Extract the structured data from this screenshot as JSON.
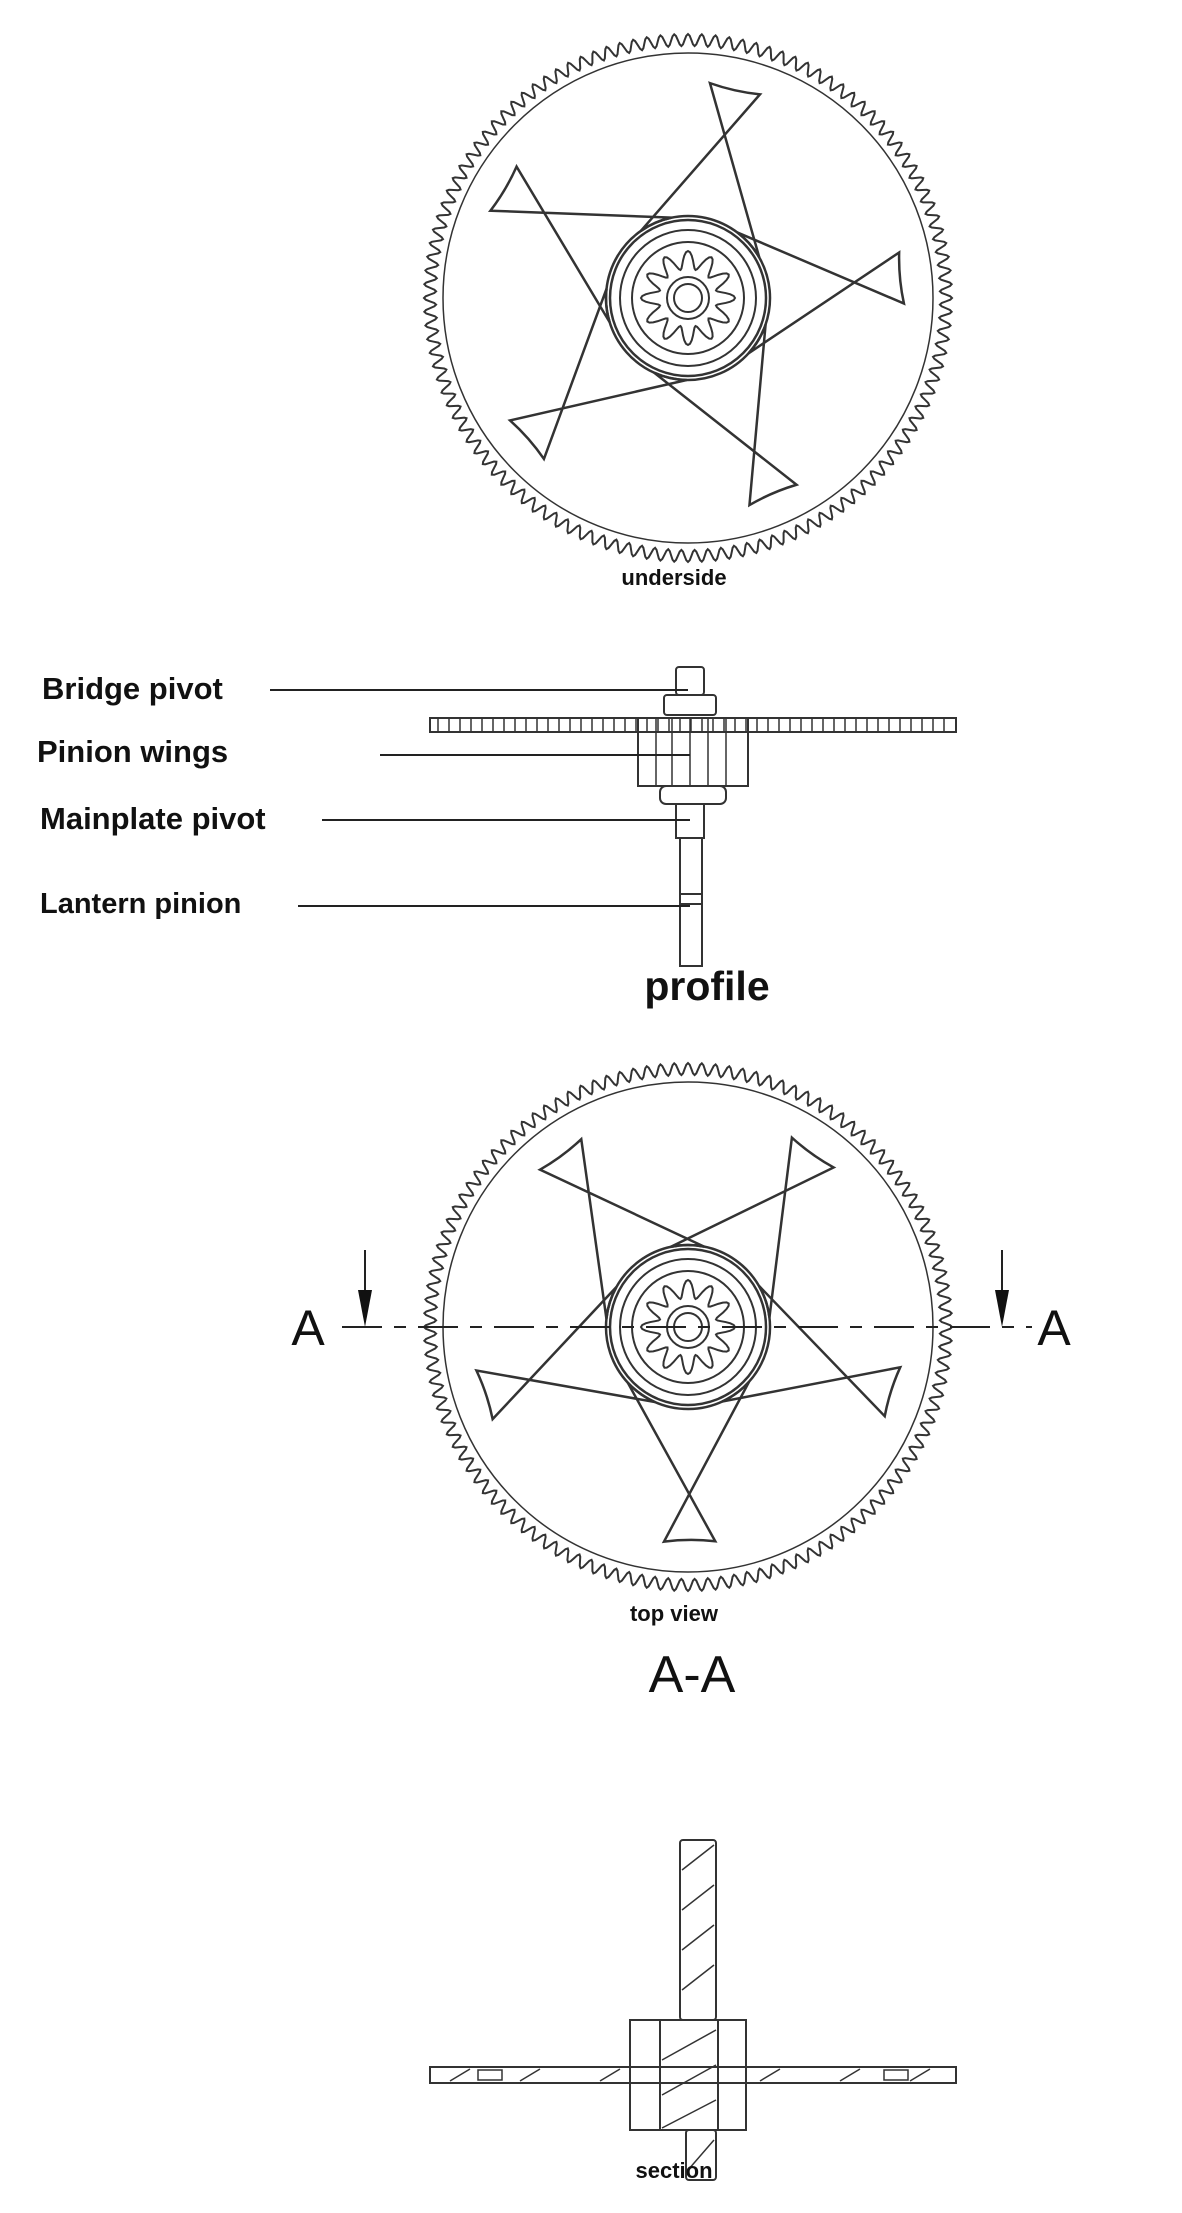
{
  "views": {
    "underside": {
      "caption": "underside"
    },
    "profile": {
      "caption": "profile",
      "callouts": {
        "bridge_pivot": "Bridge pivot",
        "pinion_wings": "Pinion wings",
        "mainplate_pivot": "Mainplate pivot",
        "lantern_pinion": "Lantern pinion"
      }
    },
    "top_view": {
      "caption": "top view",
      "section_left": "A",
      "section_right": "A"
    },
    "section": {
      "title": "A-A",
      "caption": "section"
    }
  },
  "wheel": {
    "teeth": 120,
    "spokes": 5,
    "pinion_leaves": 12
  },
  "colors": {
    "line": "#333333",
    "background": "#ffffff"
  }
}
